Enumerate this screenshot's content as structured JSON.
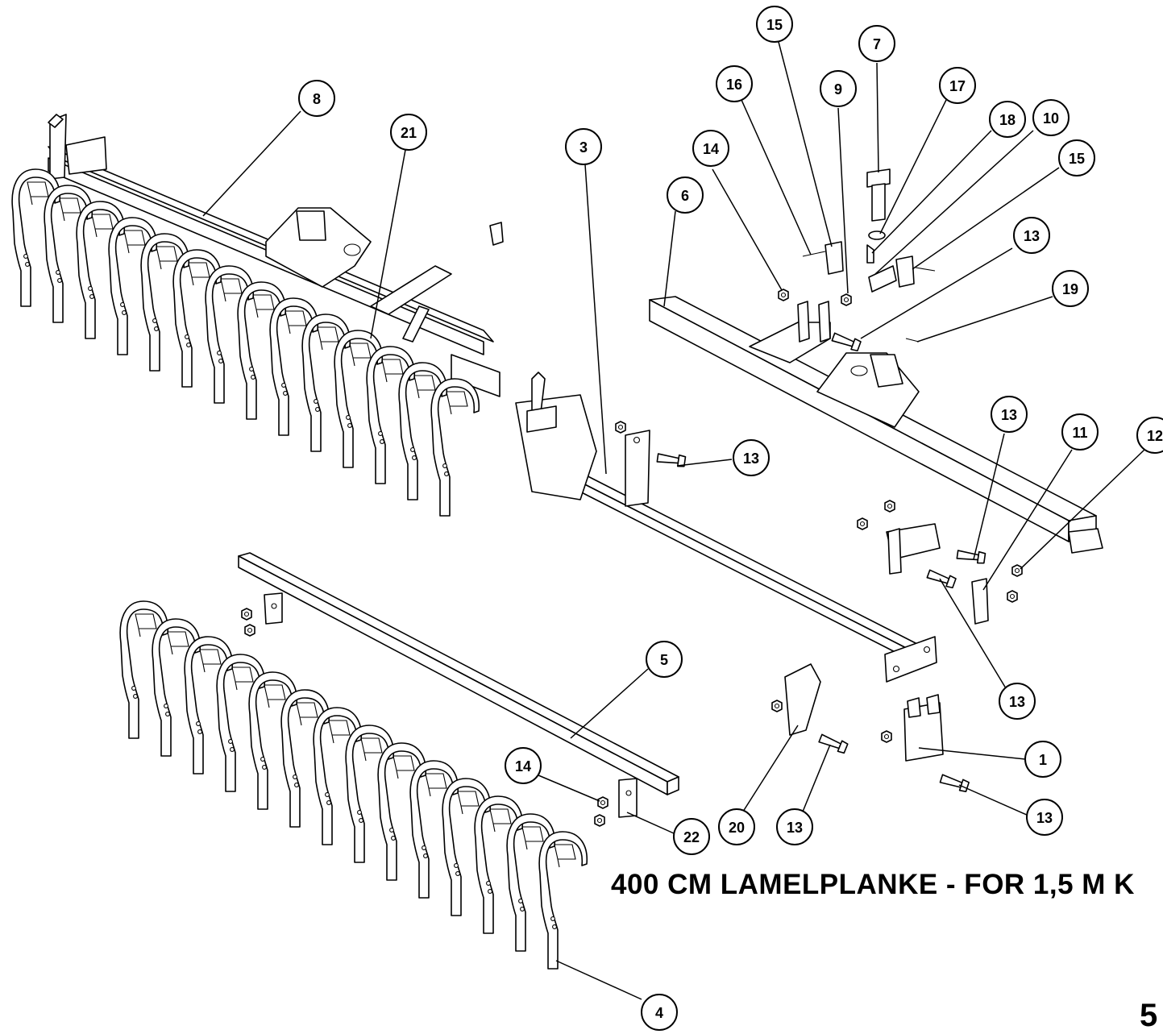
{
  "title": "400 CM LAMELPLANKE - FOR 1,5 M K",
  "page_number": "5",
  "callouts": [
    {
      "id": "c1",
      "label": "1"
    },
    {
      "id": "c3",
      "label": "3"
    },
    {
      "id": "c4",
      "label": "4"
    },
    {
      "id": "c5",
      "label": "5"
    },
    {
      "id": "c6",
      "label": "6"
    },
    {
      "id": "c7",
      "label": "7"
    },
    {
      "id": "c8",
      "label": "8"
    },
    {
      "id": "c9",
      "label": "9"
    },
    {
      "id": "c10",
      "label": "10"
    },
    {
      "id": "c11",
      "label": "11"
    },
    {
      "id": "c12",
      "label": "12"
    },
    {
      "id": "c13a",
      "label": "13"
    },
    {
      "id": "c13b",
      "label": "13"
    },
    {
      "id": "c13c",
      "label": "13"
    },
    {
      "id": "c13d",
      "label": "13"
    },
    {
      "id": "c13e",
      "label": "13"
    },
    {
      "id": "c13f",
      "label": "13"
    },
    {
      "id": "c14a",
      "label": "14"
    },
    {
      "id": "c14b",
      "label": "14"
    },
    {
      "id": "c15a",
      "label": "15"
    },
    {
      "id": "c15b",
      "label": "15"
    },
    {
      "id": "c16",
      "label": "16"
    },
    {
      "id": "c17",
      "label": "17"
    },
    {
      "id": "c18",
      "label": "18"
    },
    {
      "id": "c19",
      "label": "19"
    },
    {
      "id": "c20",
      "label": "20"
    },
    {
      "id": "c21",
      "label": "21"
    },
    {
      "id": "c22",
      "label": "22"
    }
  ]
}
